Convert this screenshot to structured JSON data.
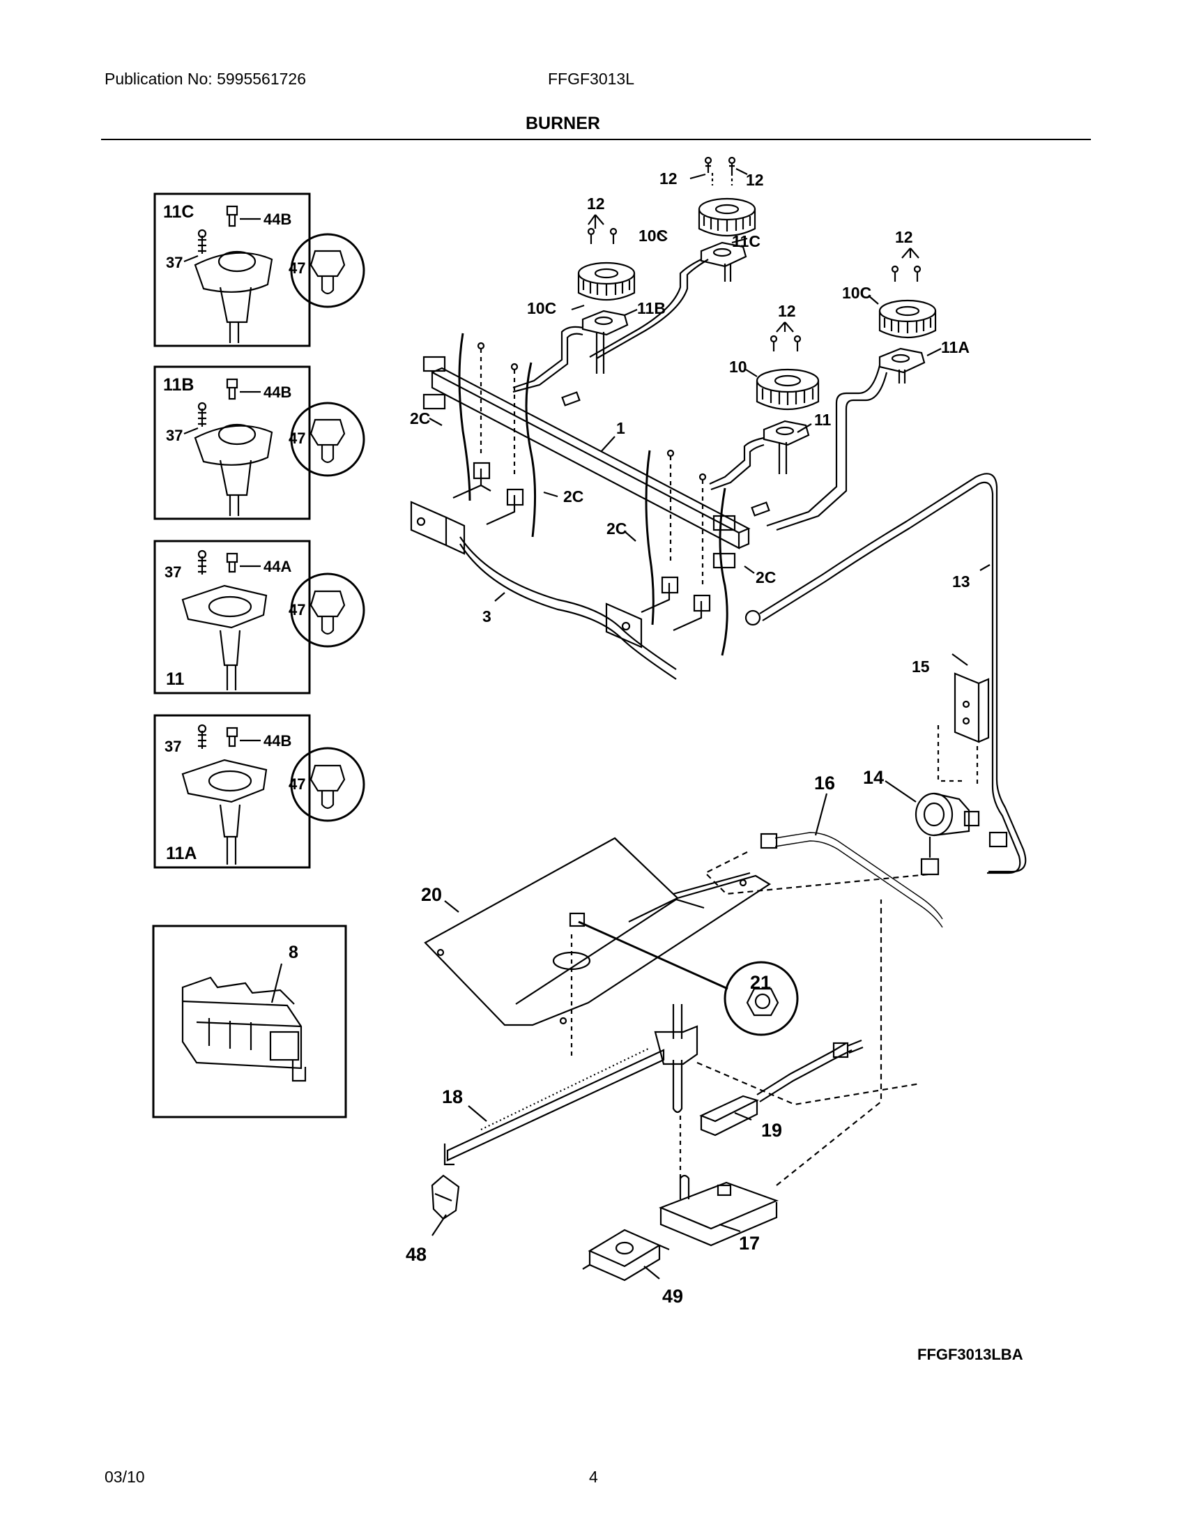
{
  "header": {
    "publication": "Publication No: 5995561726",
    "model": "FFGF3013L",
    "section_title": "BURNER"
  },
  "footer": {
    "date": "03/10",
    "page": "4"
  },
  "diagram_code": "FFGF3013LBA",
  "insets": [
    {
      "id": "11C",
      "labels": [
        "11C",
        "44B",
        "37",
        "47"
      ]
    },
    {
      "id": "11B",
      "labels": [
        "11B",
        "44B",
        "37",
        "47"
      ]
    },
    {
      "id": "11",
      "labels": [
        "37",
        "44A",
        "47",
        "11"
      ]
    },
    {
      "id": "11A",
      "labels": [
        "37",
        "44B",
        "47",
        "11A"
      ]
    },
    {
      "id": "8",
      "labels": [
        "8"
      ]
    }
  ],
  "callouts": {
    "c1": "1",
    "c2c_a": "2C",
    "c2c_b": "2C",
    "c2c_c": "2C",
    "c2c_d": "2C",
    "c3": "3",
    "c10": "10",
    "c10c_a": "10C",
    "c10c_b": "10C",
    "c10c_c": "10C",
    "c11": "11",
    "c11a": "11A",
    "c11b": "11B",
    "c11c": "11C",
    "c12_a": "12",
    "c12_b": "12",
    "c12_c": "12",
    "c12_d": "12",
    "c12_e": "12",
    "c13": "13",
    "c14": "14",
    "c15": "15",
    "c16": "16",
    "c17": "17",
    "c18": "18",
    "c19": "19",
    "c20": "20",
    "c21": "21",
    "c48": "48",
    "c49": "49"
  }
}
